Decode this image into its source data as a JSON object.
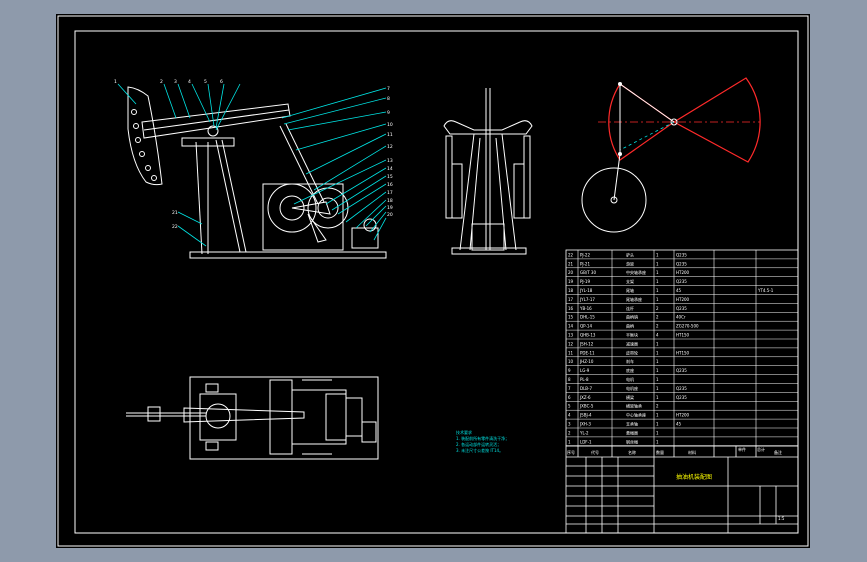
{
  "colors": {
    "background": "#8e9aab",
    "sheet": "#000000",
    "frame": "#ffffff",
    "leader": "#00e5e5",
    "mechanism": "#ff2a2a",
    "note": "#00e5e5",
    "title": "#ffff00"
  },
  "title_block": {
    "drawing_title": "抽油机装配图",
    "scale": "1:5",
    "header_labels": [
      "序号",
      "代号",
      "名称",
      "数量",
      "材料",
      "单件",
      "总计",
      "备注"
    ]
  },
  "notes": {
    "heading": "技术要求",
    "lines": [
      "1. 装配前所有零件清洗干净；",
      "2. 各运动部件运转灵活；",
      "3. 未注尺寸公差按 IT14。"
    ]
  },
  "bom": [
    {
      "no": "22",
      "code": "PJ-22",
      "name": "驴头",
      "qty": "1",
      "material": "Q235",
      "note": ""
    },
    {
      "no": "21",
      "code": "PJ-21",
      "name": "游梁",
      "qty": "1",
      "material": "Q235",
      "note": ""
    },
    {
      "no": "20",
      "code": "GB/T 30",
      "name": "中央轴承座",
      "qty": "1",
      "material": "HT200",
      "note": ""
    },
    {
      "no": "19",
      "code": "PJ-19",
      "name": "支架",
      "qty": "1",
      "material": "Q235",
      "note": ""
    },
    {
      "no": "18",
      "code": "JYL-18",
      "name": "尾轴",
      "qty": "1",
      "material": "45",
      "note": "YT4.5-1"
    },
    {
      "no": "17",
      "code": "JYL7-17",
      "name": "尾轴承座",
      "qty": "1",
      "material": "HT200",
      "note": ""
    },
    {
      "no": "16",
      "code": "YB-16",
      "name": "连杆",
      "qty": "2",
      "material": "Q235",
      "note": ""
    },
    {
      "no": "15",
      "code": "DHL-15",
      "name": "曲柄销",
      "qty": "2",
      "material": "40Cr",
      "note": ""
    },
    {
      "no": "14",
      "code": "QP-14",
      "name": "曲柄",
      "qty": "2",
      "material": "ZG270-500",
      "note": ""
    },
    {
      "no": "13",
      "code": "QHB-13",
      "name": "平衡块",
      "qty": "4",
      "material": "HT150",
      "note": ""
    },
    {
      "no": "12",
      "code": "JSH-12",
      "name": "减速器",
      "qty": "1",
      "material": "",
      "note": ""
    },
    {
      "no": "11",
      "code": "PDE-11",
      "name": "皮带轮",
      "qty": "1",
      "material": "HT150",
      "note": ""
    },
    {
      "no": "10",
      "code": "JHZ-10",
      "name": "刹车",
      "qty": "1",
      "material": "",
      "note": ""
    },
    {
      "no": "9",
      "code": "LG-9",
      "name": "底座",
      "qty": "1",
      "material": "Q235",
      "note": ""
    },
    {
      "no": "8",
      "code": "PL-8",
      "name": "电机",
      "qty": "1",
      "material": "",
      "note": ""
    },
    {
      "no": "7",
      "code": "DLB-7",
      "name": "电机座",
      "qty": "1",
      "material": "Q235",
      "note": ""
    },
    {
      "no": "6",
      "code": "JXZ-6",
      "name": "横梁",
      "qty": "1",
      "material": "Q235",
      "note": ""
    },
    {
      "no": "5",
      "code": "JXBC-5",
      "name": "横梁轴承",
      "qty": "2",
      "material": "",
      "note": ""
    },
    {
      "no": "4",
      "code": "JSBJ-4",
      "name": "中心轴承座",
      "qty": "1",
      "material": "HT200",
      "note": ""
    },
    {
      "no": "3",
      "code": "JXH-3",
      "name": "支承轴",
      "qty": "1",
      "material": "45",
      "note": ""
    },
    {
      "no": "2",
      "code": "YL-2",
      "name": "悬绳器",
      "qty": "1",
      "material": "",
      "note": ""
    },
    {
      "no": "1",
      "code": "LDF-1",
      "name": "钢丝绳",
      "qty": "1",
      "material": "",
      "note": ""
    }
  ],
  "balloons_front": [
    "1",
    "2",
    "3",
    "4",
    "5",
    "6"
  ],
  "balloons_right": [
    "7",
    "8",
    "9",
    "10",
    "11",
    "12",
    "13",
    "14",
    "15",
    "16",
    "17",
    "18",
    "19",
    "20"
  ],
  "balloons_left": [
    "21",
    "22"
  ]
}
